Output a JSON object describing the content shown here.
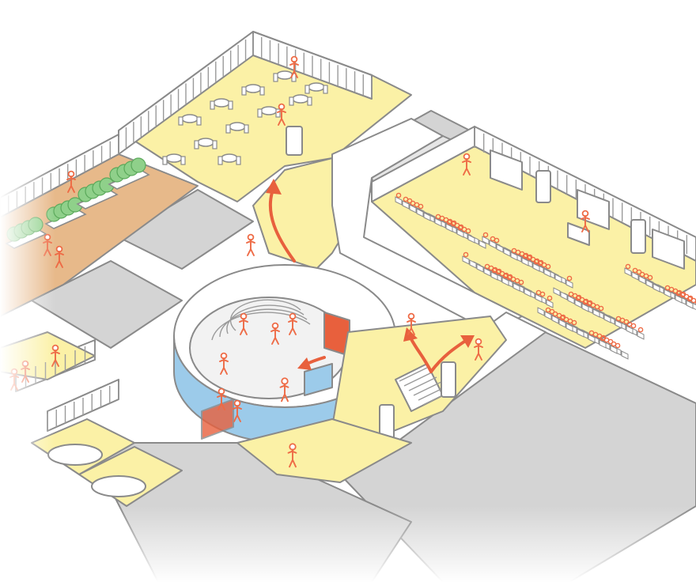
{
  "colors": {
    "floor_yellow": "#fbf1a6",
    "corridor_white": "#ffffff",
    "roof_gray": "#d4d4d4",
    "roof_gray_dark": "#bfbfbf",
    "planter_brown": "#e7b98a",
    "greenery": "#8fd08a",
    "greenery_dark": "#5aa85a",
    "person_orange": "#ee6a45",
    "arrow_red": "#e8603d",
    "theater_blue": "#9ccbea",
    "line_gray": "#8a8a8a"
  },
  "zones": [
    {
      "id": "cafe",
      "icon": "cafe-area"
    },
    {
      "id": "auditorium",
      "icon": "seminar-room"
    },
    {
      "id": "amphitheater",
      "icon": "round-theater"
    },
    {
      "id": "roof-garden",
      "icon": "planter-garden"
    },
    {
      "id": "meeting-rooms",
      "icon": "meeting-room"
    },
    {
      "id": "entrance-hall",
      "icon": "entrance-hall"
    }
  ],
  "arrows": [
    {
      "id": "arrow-to-cafe",
      "icon": "circulation-arrow"
    },
    {
      "id": "arrow-split-left",
      "icon": "circulation-arrow"
    },
    {
      "id": "arrow-split-right",
      "icon": "circulation-arrow"
    },
    {
      "id": "arrow-into-theater",
      "icon": "circulation-arrow"
    }
  ],
  "auditorium_seating": {
    "blocks": 4,
    "seats_per_row": 8,
    "occupied_share": 0.6
  }
}
